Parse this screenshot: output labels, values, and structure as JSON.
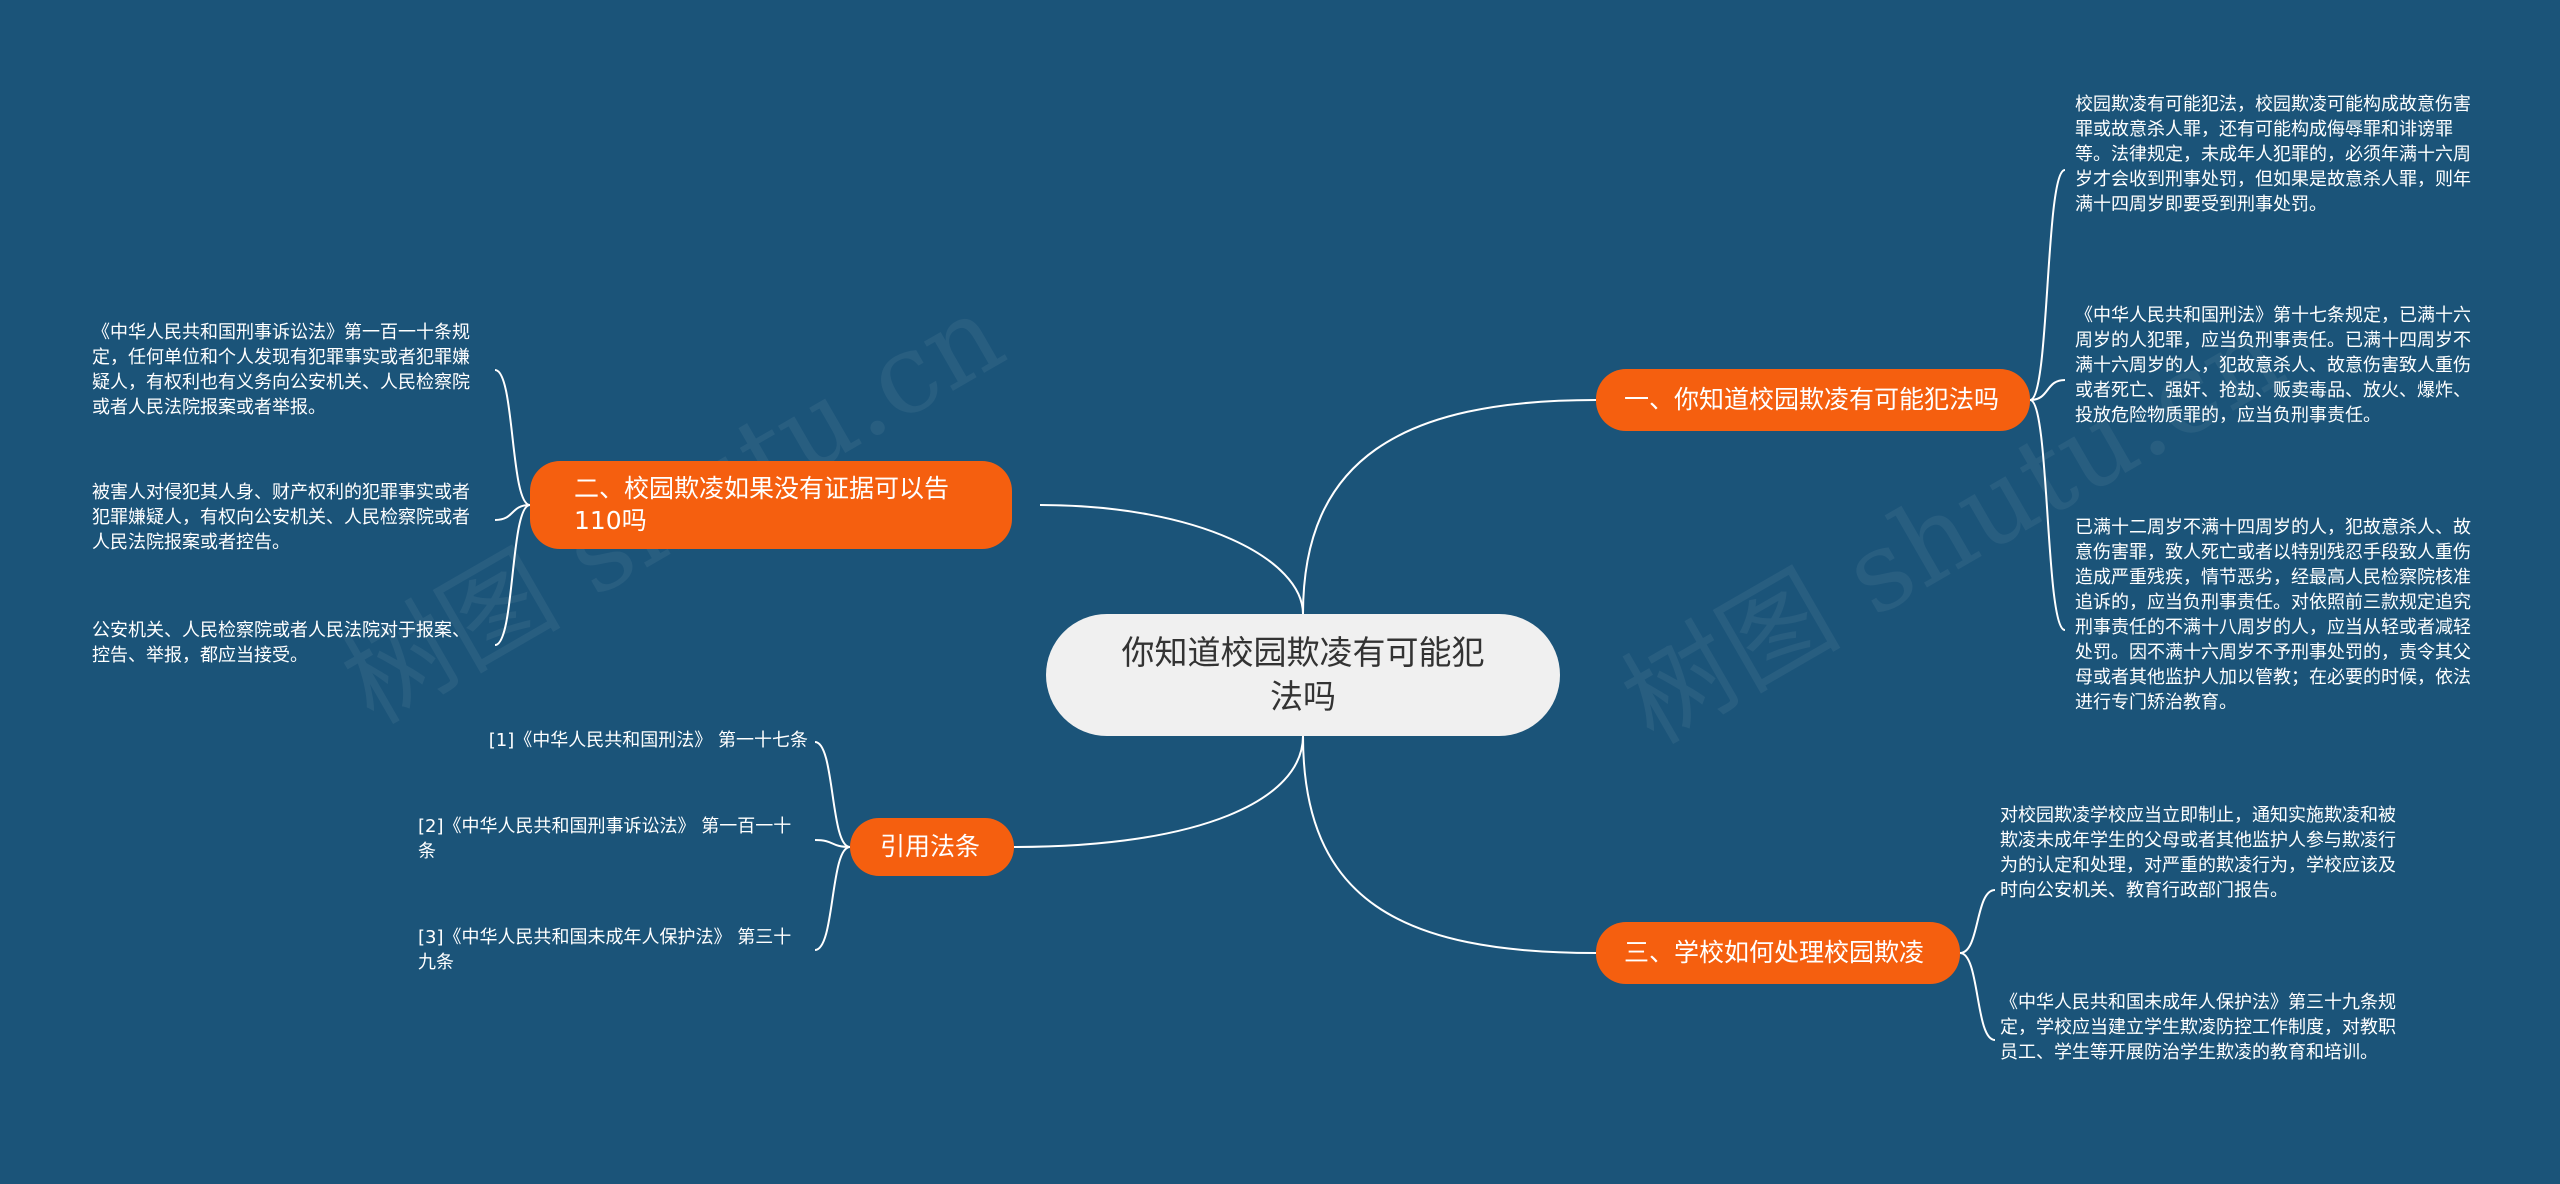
{
  "watermark_text": "树图 shutu.cn",
  "colors": {
    "background": "#1b5479",
    "root_fill": "#f0f0f0",
    "branch_fill": "#f55f0f",
    "link": "#ffffff"
  },
  "root": {
    "label": "你知道校园欺凌有可能犯法吗"
  },
  "branches": {
    "b1": {
      "label": "一、你知道校园欺凌有可能犯法吗",
      "leaves": [
        "校园欺凌有可能犯法，校园欺凌可能构成故意伤害罪或故意杀人罪，还有可能构成侮辱罪和诽谤罪等。法律规定，未成年人犯罪的，必须年满十六周岁才会收到刑事处罚，但如果是故意杀人罪，则年满十四周岁即要受到刑事处罚。",
        "《中华人民共和国刑法》第十七条规定，已满十六周岁的人犯罪，应当负刑事责任。已满十四周岁不满十六周岁的人，犯故意杀人、故意伤害致人重伤或者死亡、强奸、抢劫、贩卖毒品、放火、爆炸、投放危险物质罪的，应当负刑事责任。",
        "已满十二周岁不满十四周岁的人，犯故意杀人、故意伤害罪，致人死亡或者以特别残忍手段致人重伤造成严重残疾，情节恶劣，经最高人民检察院核准追诉的，应当负刑事责任。对依照前三款规定追究刑事责任的不满十八周岁的人，应当从轻或者减轻处罚。因不满十六周岁不予刑事处罚的，责令其父母或者其他监护人加以管教；在必要的时候，依法进行专门矫治教育。"
      ]
    },
    "b2": {
      "label": "二、校园欺凌如果没有证据可以告110吗",
      "leaves": [
        "《中华人民共和国刑事诉讼法》第一百一十条规定，任何单位和个人发现有犯罪事实或者犯罪嫌疑人，有权利也有义务向公安机关、人民检察院或者人民法院报案或者举报。",
        "被害人对侵犯其人身、财产权利的犯罪事实或者犯罪嫌疑人，有权向公安机关、人民检察院或者人民法院报案或者控告。",
        "公安机关、人民检察院或者人民法院对于报案、控告、举报，都应当接受。"
      ]
    },
    "b3": {
      "label": "三、学校如何处理校园欺凌",
      "leaves": [
        "对校园欺凌学校应当立即制止，通知实施欺凌和被欺凌未成年学生的父母或者其他监护人参与欺凌行为的认定和处理，对严重的欺凌行为，学校应该及时向公安机关、教育行政部门报告。",
        "《中华人民共和国未成年人保护法》第三十九条规定，学校应当建立学生欺凌防控工作制度，对教职员工、学生等开展防治学生欺凌的教育和培训。"
      ]
    },
    "b4": {
      "label": "引用法条",
      "leaves": [
        "[1]《中华人民共和国刑法》 第一十七条",
        "[2]《中华人民共和国刑事诉讼法》 第一百一十条",
        "[3]《中华人民共和国未成年人保护法》 第三十九条"
      ]
    }
  }
}
